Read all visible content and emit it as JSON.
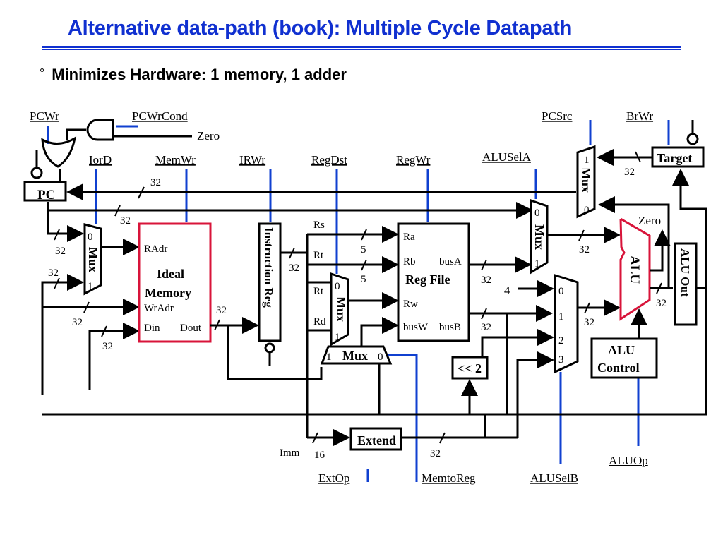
{
  "slide": {
    "title": "Alternative data-path (book): Multiple Cycle Datapath",
    "bullet": "Minimizes Hardware: 1 memory, 1 adder",
    "colors": {
      "title": "#1030d0",
      "control": "#1040d0",
      "highlight": "#d8143a"
    }
  },
  "control_signals": {
    "pcwr": "PCWr",
    "pcwrcond": "PCWrCond",
    "iord": "IorD",
    "memwr": "MemWr",
    "irwr": "IRWr",
    "regdst": "RegDst",
    "regwr": "RegWr",
    "alusela": "ALUSelA",
    "pcsrc": "PCSrc",
    "brwr": "BrWr",
    "extop": "ExtOp",
    "memtoreg": "MemtoReg",
    "aluselb": "ALUSelB",
    "aluop": "ALUOp"
  },
  "blocks": {
    "pc": "PC",
    "memory": {
      "title1": "Ideal",
      "title2": "Memory",
      "radr": "RAdr",
      "wradr": "WrAdr",
      "din": "Din",
      "dout": "Dout"
    },
    "ir": "Instruction Reg",
    "regfile": {
      "title": "Reg File",
      "ra": "Ra",
      "rb": "Rb",
      "rw": "Rw",
      "busw": "busW",
      "busa": "busA",
      "busb": "busB"
    },
    "alu": "ALU",
    "aluout": "ALU Out",
    "alucontrol1": "ALU",
    "alucontrol2": "Control",
    "target": "Target",
    "extend": "Extend",
    "shift": "<< 2",
    "mux": "Mux"
  },
  "labels": {
    "zero": "Zero",
    "rs": "Rs",
    "rt": "Rt",
    "rd": "Rd",
    "imm": "Imm",
    "four": "4",
    "w32": "32",
    "w5": "5",
    "w16": "16",
    "in0": "0",
    "in1": "1",
    "in2": "2",
    "in3": "3"
  }
}
